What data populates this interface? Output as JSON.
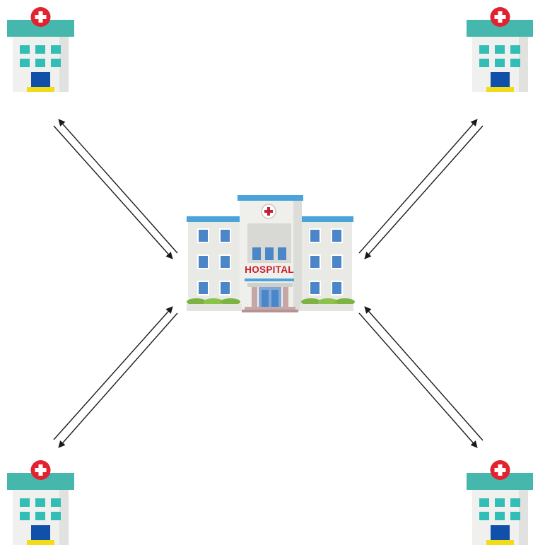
{
  "central_hospital": {
    "sign_text": "HOSPITAL"
  },
  "colors": {
    "roof_teal": "#46b7ad",
    "wall_light": "#f0f0ef",
    "wall_shade": "#e1e1df",
    "window_teal": "#30beb6",
    "door_blue": "#1050a8",
    "step_yellow": "#f2dc17",
    "cross_red": "#e3222f",
    "central_roof_blue": "#4aa3d9",
    "central_window": "#4b86c8",
    "sign_red": "#c8202e",
    "arrow": "#1a1a1a"
  },
  "nodes": [
    {
      "id": "clinic-top-left",
      "icon": "small-hospital-icon"
    },
    {
      "id": "clinic-top-right",
      "icon": "small-hospital-icon"
    },
    {
      "id": "clinic-bottom-left",
      "icon": "small-hospital-icon"
    },
    {
      "id": "clinic-bottom-right",
      "icon": "small-hospital-icon"
    },
    {
      "id": "central-hospital",
      "icon": "hospital-building-icon"
    }
  ],
  "connections": [
    {
      "from": "clinic-top-left",
      "to": "central-hospital",
      "direction": "bidirectional"
    },
    {
      "from": "clinic-top-right",
      "to": "central-hospital",
      "direction": "bidirectional"
    },
    {
      "from": "clinic-bottom-left",
      "to": "central-hospital",
      "direction": "bidirectional"
    },
    {
      "from": "clinic-bottom-right",
      "to": "central-hospital",
      "direction": "bidirectional"
    }
  ]
}
